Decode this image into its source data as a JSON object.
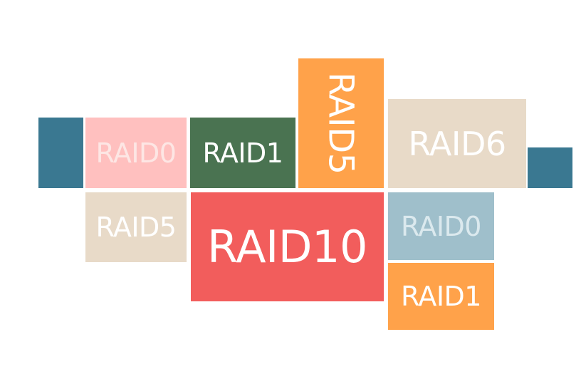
{
  "tiles": [
    {
      "id": "t-left-blue",
      "name": "blank-tile-dark-blue-left",
      "label": "",
      "bg": "#3a7891",
      "fg": "#ffffff",
      "vertical": false
    },
    {
      "id": "t-raid0-pink",
      "name": "raid0-tile-pink",
      "label": "RAID0",
      "bg": "#ffc0bf",
      "fg": "#fde6e4",
      "vertical": false
    },
    {
      "id": "t-raid1-green",
      "name": "raid1-tile-green",
      "label": "RAID1",
      "bg": "#4a7351",
      "fg": "#ffffff",
      "vertical": false
    },
    {
      "id": "t-raid5-orange",
      "name": "raid5-tile-orange-vertical",
      "label": "RAID5",
      "bg": "#ffa24a",
      "fg": "#ffffff",
      "vertical": true
    },
    {
      "id": "t-raid6-beige",
      "name": "raid6-tile-beige",
      "label": "RAID6",
      "bg": "#e8dac8",
      "fg": "#ffffff",
      "vertical": false
    },
    {
      "id": "t-right-blue",
      "name": "blank-tile-dark-blue-right",
      "label": "",
      "bg": "#3a7891",
      "fg": "#ffffff",
      "vertical": false
    },
    {
      "id": "t-raid5-beige",
      "name": "raid5-tile-beige",
      "label": "RAID5",
      "bg": "#e8dac8",
      "fg": "#ffffff",
      "vertical": false
    },
    {
      "id": "t-raid10-red",
      "name": "raid10-tile-red",
      "label": "RAID10",
      "bg": "#f25d5c",
      "fg": "#ffffff",
      "vertical": false
    },
    {
      "id": "t-raid0-lblue",
      "name": "raid0-tile-light-blue",
      "label": "RAID0",
      "bg": "#9fbfcb",
      "fg": "#dbe9ee",
      "vertical": false
    },
    {
      "id": "t-raid1-orange",
      "name": "raid1-tile-orange",
      "label": "RAID1",
      "bg": "#ffa24a",
      "fg": "#ffffff",
      "vertical": false
    }
  ]
}
